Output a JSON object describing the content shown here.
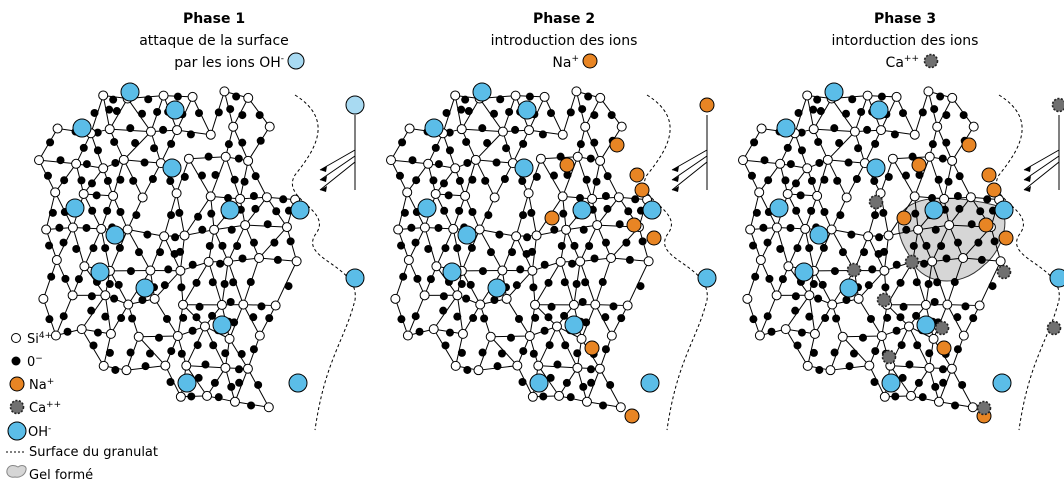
{
  "colors": {
    "oh": "#5bbde8",
    "oh_light": "#a8daf2",
    "na": "#e88524",
    "ca": "#707070",
    "gel": "#d6d6d6",
    "bond": "#000000"
  },
  "phases": [
    {
      "title": "Phase 1",
      "line1": "attaque de la surface",
      "line2": "par les ions OH",
      "line2_sup": "-",
      "ion_icon": "oh-ion-icon"
    },
    {
      "title": "Phase 2",
      "line1": "introduction des ions",
      "line2": "Na",
      "line2_sup": "+",
      "ion_icon": "na-ion-icon"
    },
    {
      "title": "Phase 3",
      "line1": "intorduction des ions",
      "line2": "Ca",
      "line2_sup": "++",
      "ion_icon": "ca-ion-icon"
    }
  ],
  "legend": [
    {
      "label": "Si",
      "sup": "4+",
      "icon": "silicon-ion-icon"
    },
    {
      "label": "0",
      "sup": "−",
      "icon": "oxygen-ion-icon"
    },
    {
      "label": "Na",
      "sup": "+",
      "icon": "sodium-ion-icon"
    },
    {
      "label": "Ca",
      "sup": "++",
      "icon": "calcium-ion-icon"
    },
    {
      "label": "OH",
      "sup": "-",
      "icon": "hydroxide-ion-icon"
    },
    {
      "label": "Surface du granulat",
      "sup": "",
      "icon": "granulate-surface-line-icon"
    },
    {
      "label": "Gel formé",
      "sup": "",
      "icon": "gel-formed-icon"
    }
  ]
}
